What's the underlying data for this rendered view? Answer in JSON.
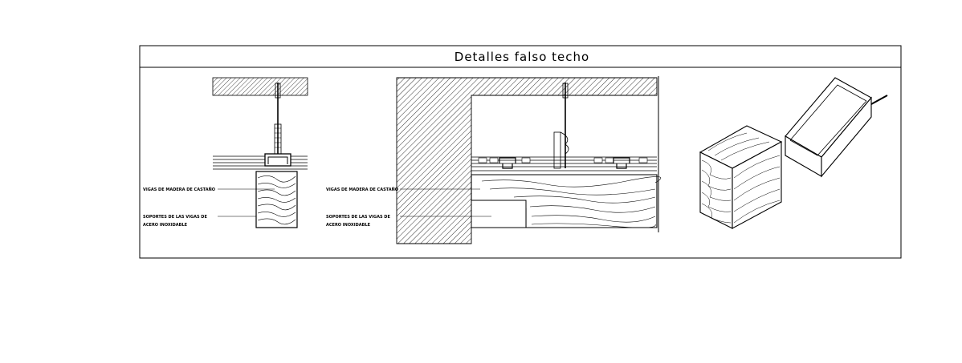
{
  "title": "Detalles falso techo",
  "detail_left": {
    "label_beam": "VIGAS DE MADERA DE CASTAÑO",
    "label_support_1": "SOPORTES DE LAS VIGAS DE",
    "label_support_2": "ACERO INOXIDABLE"
  },
  "detail_middle": {
    "label_beam": "VIGAS DE MADERA DE CASTAÑO",
    "label_support_1": "SOPORTES DE LAS VIGAS DE",
    "label_support_2": "ACERO INOXIDABLE"
  }
}
